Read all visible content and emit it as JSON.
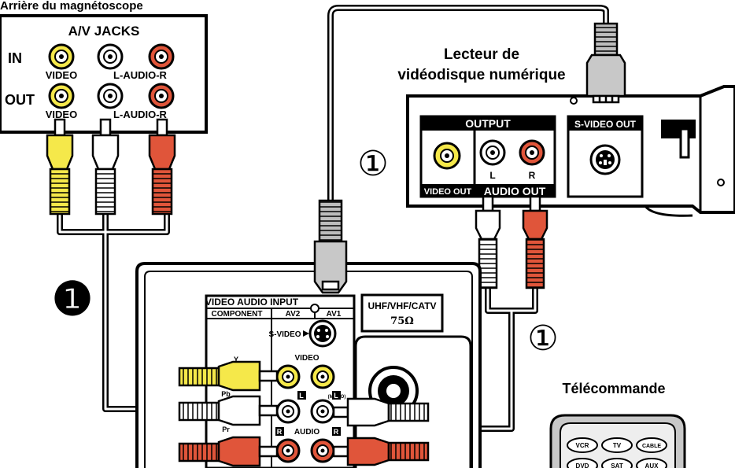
{
  "labels": {
    "vcr_title": "Arrière du magnétoscope",
    "av_jacks": "A/V JACKS",
    "in": "IN",
    "out": "OUT",
    "video": "VIDEO",
    "l_audio_r": "L-AUDIO-R",
    "dvd_title_line1": "Lecteur de",
    "dvd_title_line2": "vidéodisque numérique",
    "output": "OUTPUT",
    "s_video_out": "S-VIDEO OUT",
    "video_out": "VIDEO OUT",
    "audio_out": "AUDIO OUT",
    "l": "L",
    "r": "R",
    "video_audio_input": "VIDEO AUDIO INPUT",
    "component": "COMPONENT",
    "av2": "AV2",
    "av1": "AV1",
    "s_video": "S-VIDEO",
    "tv_video": "VIDEO",
    "tv_audio": "AUDIO",
    "y": "Y",
    "pb": "Pb",
    "pr": "Pr",
    "mono": "(MONO)",
    "uhf_line1": "UHF/VHF/CATV",
    "uhf_line2": "75Ω",
    "remote_title": "Télécommande",
    "remote_buttons": [
      "VCR",
      "TV",
      "CABLE",
      "DVD",
      "SAT",
      "AUX"
    ],
    "step_one_filled": "❶",
    "step_one_outline": "①"
  },
  "colors": {
    "yellow": "#f5e84a",
    "red": "#e0553a",
    "white": "#ffffff",
    "gray": "#c8c8c8",
    "black": "#000000"
  }
}
